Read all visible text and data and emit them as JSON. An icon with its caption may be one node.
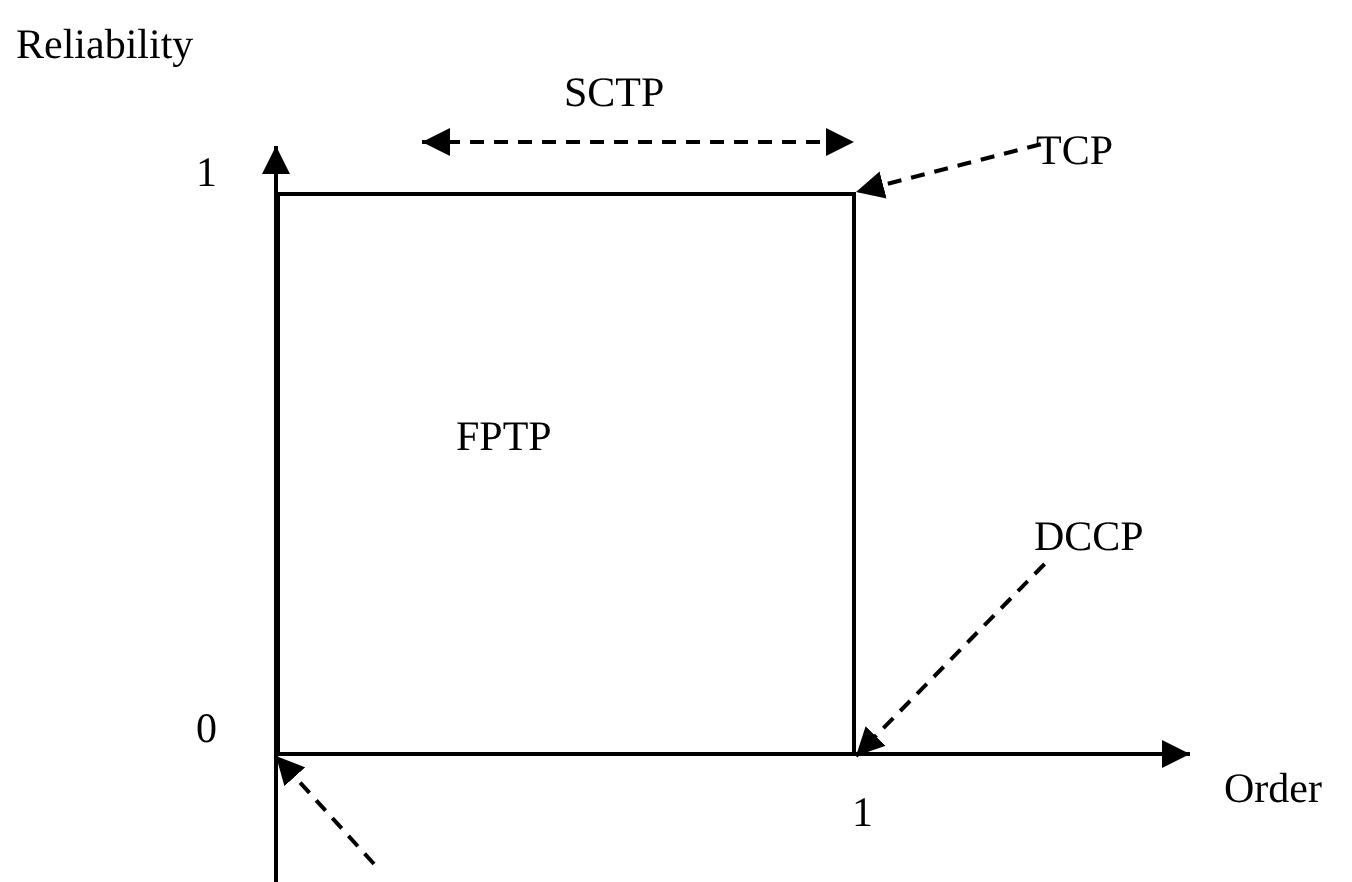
{
  "diagram": {
    "nodes": [
      {
        "text": [
          "FPTP"
        ]
      },
      {
        "text": [
          "TCP"
        ]
      },
      {
        "text": [
          "DCCP"
        ]
      }
    ],
    "edges": [
      {
        "from": 1,
        "to": 0,
        "arrow": "to",
        "style": "dashed"
      },
      {
        "from": 2,
        "to": 0,
        "arrow": "to",
        "style": "dashed"
      },
      {
        "from": null,
        "to": 0,
        "arrow": "to",
        "style": "dashed"
      }
    ],
    "labels": [
      "Reliability",
      "SCTP",
      "1",
      "0",
      "1",
      "Order"
    ]
  }
}
